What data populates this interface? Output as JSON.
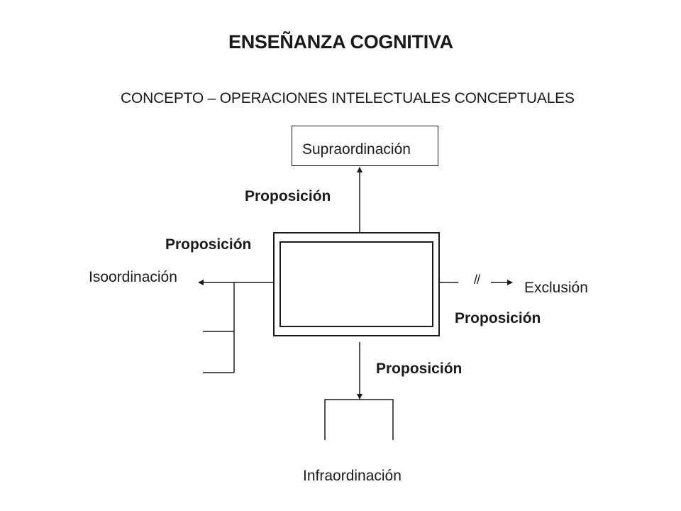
{
  "diagram": {
    "title": "ENSEÑANZA COGNITIVA",
    "subtitle": "CONCEPTO – OPERACIONES INTELECTUALES CONCEPTUALES",
    "nodes": {
      "supraordination": "Supraordinación",
      "isoordination": "Isoordinación",
      "exclusion": "Exclusión",
      "infraordination": "Infraordinación",
      "concept": ""
    },
    "edge_labels": {
      "top": "Proposición",
      "left": "Proposición",
      "right": "Proposición",
      "bottom": "Proposición"
    },
    "exclusion_mark": "//",
    "colors": {
      "stroke": "#1a1a1a",
      "background": "#ffffff"
    }
  }
}
